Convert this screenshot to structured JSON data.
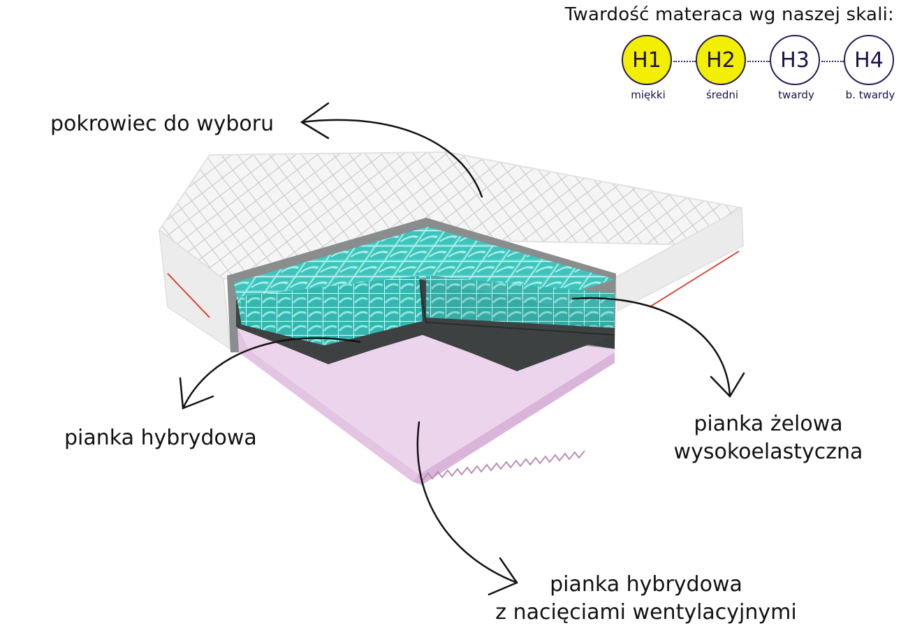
{
  "scale": {
    "title": "Twardość materaca wg naszej skali:",
    "levels": [
      {
        "code": "H1",
        "name": "miękki",
        "active": true
      },
      {
        "code": "H2",
        "name": "średni",
        "active": true
      },
      {
        "code": "H3",
        "name": "twardy",
        "active": false
      },
      {
        "code": "H4",
        "name": "b. twardy",
        "active": false
      }
    ],
    "active_color": "#f2ef00"
  },
  "labels": {
    "cover": "pokrowiec do wyboru",
    "hybrid_top": "pianka hybrydowa",
    "gel_line1": "pianka żelowa",
    "gel_line2": "wysokoelastyczna",
    "hybrid_bottom_line1": "pianka hybrydowa",
    "hybrid_bottom_line2": "z nacięciami wentylacyjnymi"
  },
  "colors": {
    "cover": "#f4f4f4",
    "gel_foam": "#3cc8c0",
    "dark_foam": "#3a3d3e",
    "pink_foam": "#ecd5ec",
    "stitch": "#d84a3a"
  }
}
